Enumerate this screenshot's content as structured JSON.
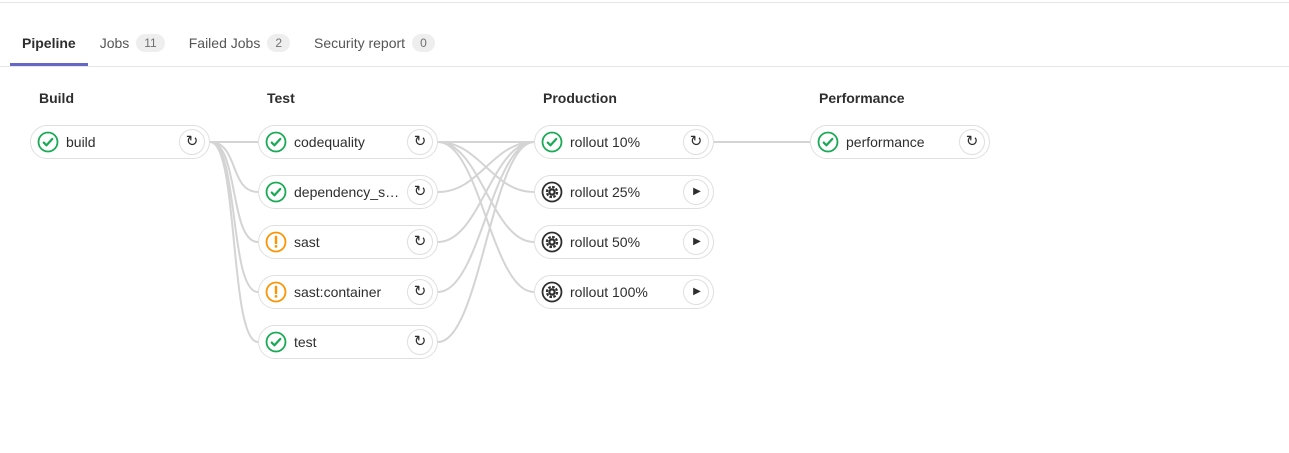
{
  "tabs": [
    {
      "label": "Pipeline",
      "badge": null,
      "active": true
    },
    {
      "label": "Jobs",
      "badge": "11",
      "active": false
    },
    {
      "label": "Failed Jobs",
      "badge": "2",
      "active": false
    },
    {
      "label": "Security report",
      "badge": "0",
      "active": false
    }
  ],
  "stages": [
    {
      "name": "Build",
      "jobs": [
        {
          "label": "build",
          "status": "success",
          "status_icon": "status-success-icon",
          "action": "retry",
          "action_icon": "retry-icon"
        }
      ]
    },
    {
      "name": "Test",
      "jobs": [
        {
          "label": "codequality",
          "status": "success",
          "status_icon": "status-success-icon",
          "action": "retry",
          "action_icon": "retry-icon"
        },
        {
          "label": "dependency_s…",
          "status": "success",
          "status_icon": "status-success-icon",
          "action": "retry",
          "action_icon": "retry-icon"
        },
        {
          "label": "sast",
          "status": "warning",
          "status_icon": "status-warning-icon",
          "action": "retry",
          "action_icon": "retry-icon"
        },
        {
          "label": "sast:container",
          "status": "warning",
          "status_icon": "status-warning-icon",
          "action": "retry",
          "action_icon": "retry-icon"
        },
        {
          "label": "test",
          "status": "success",
          "status_icon": "status-success-icon",
          "action": "retry",
          "action_icon": "retry-icon"
        }
      ]
    },
    {
      "name": "Production",
      "jobs": [
        {
          "label": "rollout 10%",
          "status": "success",
          "status_icon": "status-success-icon",
          "action": "retry",
          "action_icon": "retry-icon"
        },
        {
          "label": "rollout 25%",
          "status": "manual",
          "status_icon": "status-manual-gear-icon",
          "action": "play",
          "action_icon": "play-icon"
        },
        {
          "label": "rollout 50%",
          "status": "manual",
          "status_icon": "status-manual-gear-icon",
          "action": "play",
          "action_icon": "play-icon"
        },
        {
          "label": "rollout 100%",
          "status": "manual",
          "status_icon": "status-manual-gear-icon",
          "action": "play",
          "action_icon": "play-icon"
        }
      ]
    },
    {
      "name": "Performance",
      "jobs": [
        {
          "label": "performance",
          "status": "success",
          "status_icon": "status-success-icon",
          "action": "retry",
          "action_icon": "retry-icon"
        }
      ]
    }
  ],
  "colors": {
    "success": "#1aaa55",
    "warning": "#fc9403",
    "manual": "#2e2e2e",
    "tab_active_underline": "#6666c4",
    "connector": "#d4d4d4"
  }
}
